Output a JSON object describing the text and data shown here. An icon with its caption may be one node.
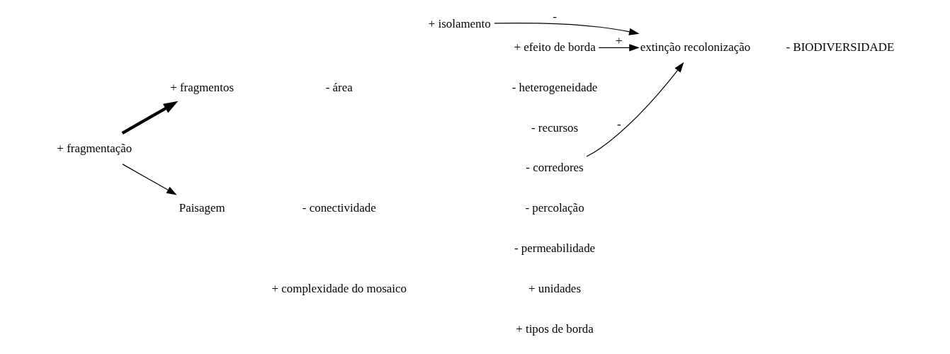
{
  "diagram": {
    "nodes": [
      {
        "text": [
          "+ fragmentação"
        ]
      },
      {
        "text": [
          "+ fragmentos"
        ]
      },
      {
        "text": [
          "Paisagem"
        ]
      },
      {
        "text": [
          "+ efeito de borda"
        ]
      },
      {
        "text": [
          "+ isolamento"
        ]
      },
      {
        "text": [
          "- corredores"
        ]
      },
      {
        "text": [
          "extinção recolonização"
        ]
      }
    ],
    "edges": [
      {
        "from": 0,
        "to": 1,
        "arrow": "to",
        "style": "thick"
      },
      {
        "from": 0,
        "to": 2,
        "arrow": "to"
      },
      {
        "from": 3,
        "to": 6,
        "arrow": "to",
        "label": "+"
      },
      {
        "from": 4,
        "to": 6,
        "arrow": "to",
        "label": "-"
      },
      {
        "from": 5,
        "to": 6,
        "arrow": "to",
        "label": "-"
      }
    ],
    "labels": [
      "- heterogeneidade",
      "- área",
      "- recursos",
      "- BIODIVERSIDADE",
      "- percolação",
      "- conectividade",
      "- permeabilidade",
      "+ complexidade do mosaico",
      "+ unidades",
      "+ tipos de borda"
    ]
  }
}
